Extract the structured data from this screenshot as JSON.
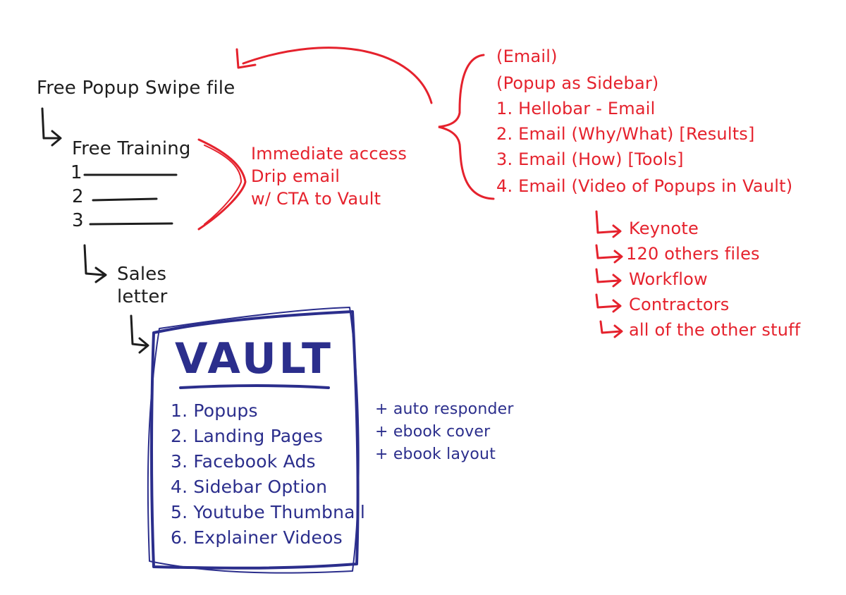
{
  "colors": {
    "black": "#1e1e1e",
    "red": "#e5222d",
    "blue": "#2b2e8c"
  },
  "flow": {
    "swipe_file": "Free Popup Swipe file",
    "free_training": "Free Training",
    "training_items": [
      "1",
      "2",
      "3"
    ],
    "sales_letter_line1": "Sales",
    "sales_letter_line2": "letter"
  },
  "training_notes": [
    "Immediate access",
    "Drip email",
    "w/ CTA to Vault"
  ],
  "email_sequence": [
    "(Email)",
    "(Popup as Sidebar)",
    "1. Hellobar - Email",
    "2. Email (Why/What) [Results]",
    "3. Email (How) [Tools]",
    "4. Email (Video of Popups in Vault)"
  ],
  "vault_extras": [
    "Keynote",
    "120 others files",
    "Workflow",
    "Contractors",
    "all of the other stuff"
  ],
  "vault": {
    "title": "VAULT",
    "items": [
      "1. Popups",
      "2. Landing Pages",
      "3. Facebook Ads",
      "4. Sidebar Option",
      "5. Youtube Thumbnail",
      "6. Explainer Videos"
    ],
    "addons": [
      "+ auto responder",
      "+ ebook cover",
      "+ ebook layout"
    ]
  }
}
